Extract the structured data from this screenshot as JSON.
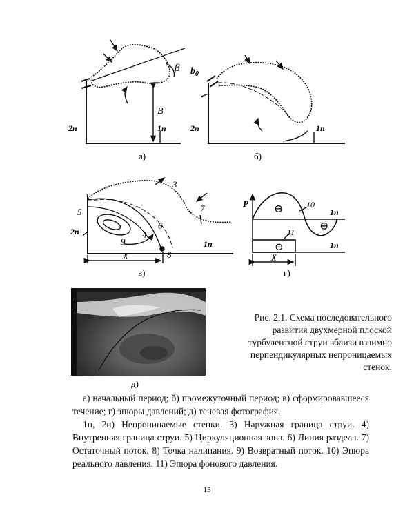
{
  "figure": {
    "panel_a": {
      "label": "а)",
      "beta": "β",
      "B": "B",
      "wall2": "2п",
      "wall1": "1п"
    },
    "panel_b": {
      "label": "б)",
      "b0": "b",
      "b0_sub": "0",
      "wall2": "2п",
      "wall1": "1п"
    },
    "panel_v": {
      "label": "в)",
      "n3": "3",
      "n5": "5",
      "n6": "6",
      "n7": "7",
      "n4": "4",
      "n9": "9",
      "n8": "8",
      "wall2": "2п",
      "wall1": "1п",
      "X": "X"
    },
    "panel_g": {
      "label": "г)",
      "P": "P",
      "minus": "⊖",
      "plus": "⊕",
      "n10": "10",
      "n11": "11",
      "wall1a": "1п",
      "wall1b": "1п",
      "X": "X"
    },
    "panel_d": {
      "label": "д)"
    }
  },
  "caption": "Рис. 2.1. Схема последовательного развития двухмерной плоской турбулентной струи вблизи взаимно перпендикулярных непроницаемых стенок.",
  "legend": {
    "line1": "а) начальный период; б) промежуточный период; в) сформировавшееся течение; г) эпюры давлений; д) теневая фотография.",
    "line2": "1п, 2п) Непроницаемые стенки. 3) Наружная граница струи. 4) Внутренняя граница струи. 5) Циркуляционная зона. 6) Линия раздела. 7) Остаточный поток. 8) Точка налипания. 9) Возвратный поток. 10) Эпюра реального давления. 11) Эпюра фонового давления."
  },
  "page_number": "15"
}
